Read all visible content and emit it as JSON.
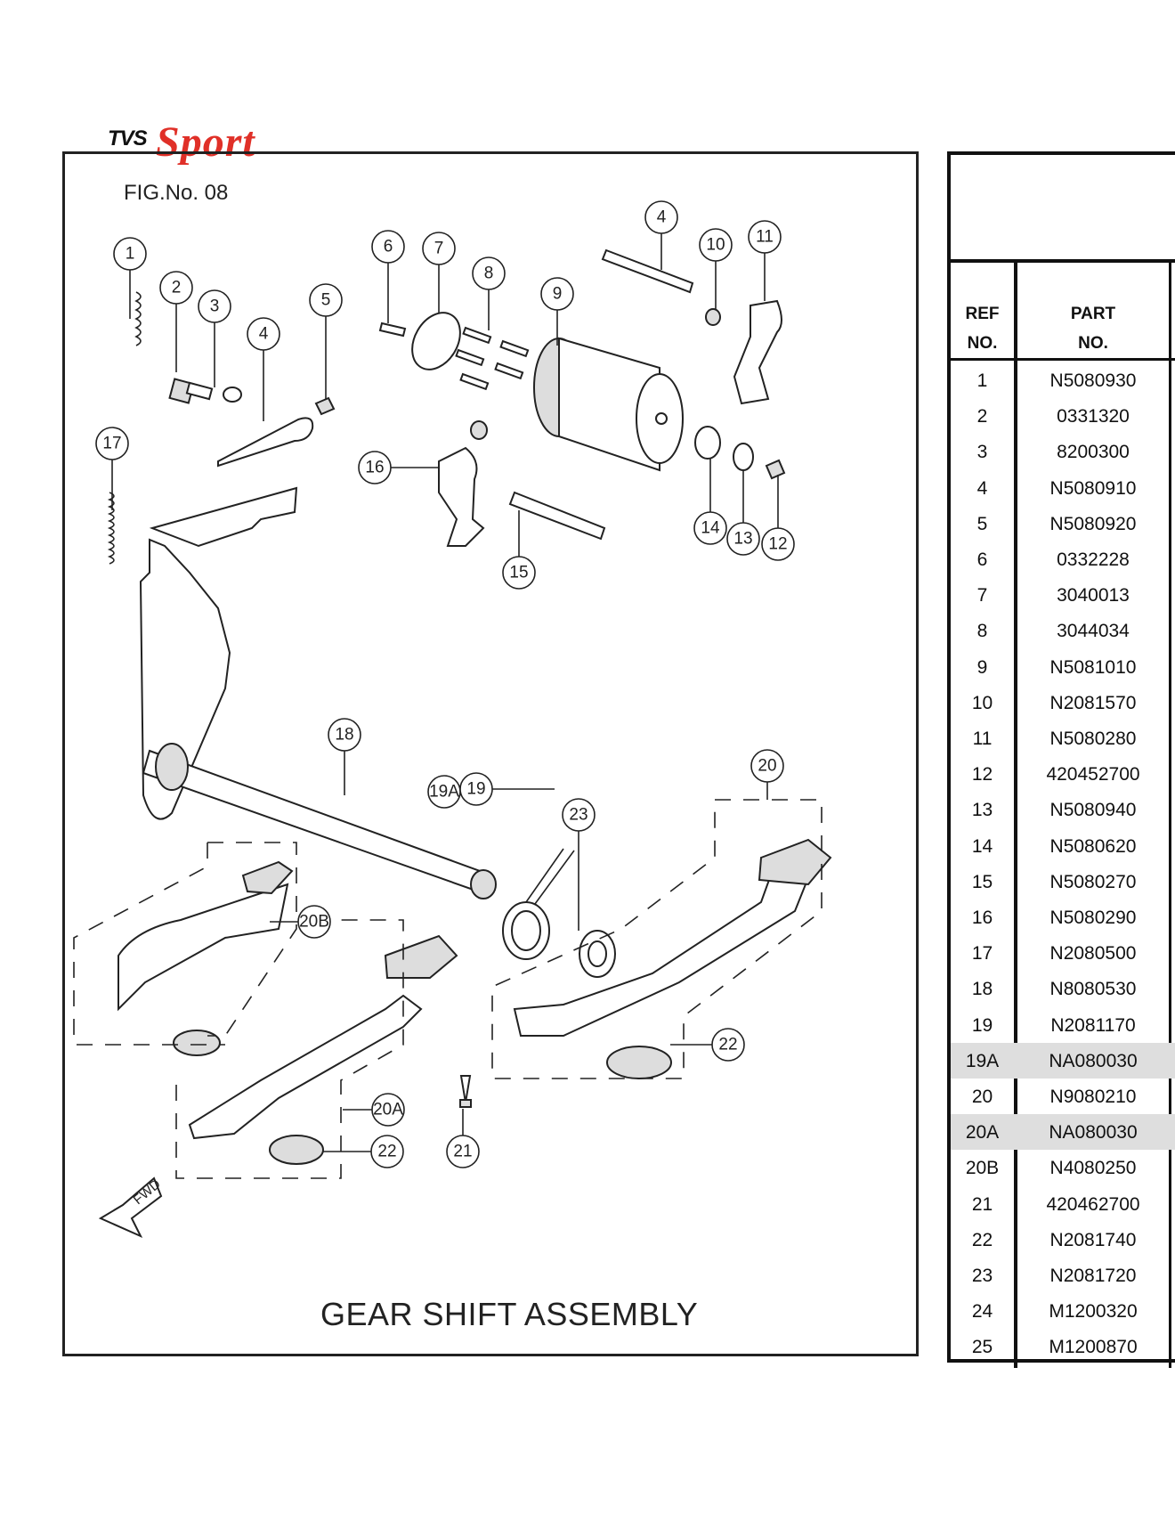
{
  "logo": {
    "brand": "TVS",
    "model": "Sport"
  },
  "figure": {
    "number_label": "FIG.No. 08",
    "title": "GEAR SHIFT ASSEMBLY",
    "fwd_label": "FWD"
  },
  "table": {
    "header_ref": [
      "REF",
      "NO."
    ],
    "header_part": [
      "PART",
      "NO."
    ],
    "rows": [
      {
        "ref": "1",
        "part": "N5080930",
        "shaded": false
      },
      {
        "ref": "2",
        "part": "0331320",
        "shaded": false
      },
      {
        "ref": "3",
        "part": "8200300",
        "shaded": false
      },
      {
        "ref": "4",
        "part": "N5080910",
        "shaded": false
      },
      {
        "ref": "5",
        "part": "N5080920",
        "shaded": false
      },
      {
        "ref": "6",
        "part": "0332228",
        "shaded": false
      },
      {
        "ref": "7",
        "part": "3040013",
        "shaded": false
      },
      {
        "ref": "8",
        "part": "3044034",
        "shaded": false
      },
      {
        "ref": "9",
        "part": "N5081010",
        "shaded": false
      },
      {
        "ref": "10",
        "part": "N2081570",
        "shaded": false
      },
      {
        "ref": "11",
        "part": "N5080280",
        "shaded": false
      },
      {
        "ref": "12",
        "part": "420452700",
        "shaded": false
      },
      {
        "ref": "13",
        "part": "N5080940",
        "shaded": false
      },
      {
        "ref": "14",
        "part": "N5080620",
        "shaded": false
      },
      {
        "ref": "15",
        "part": "N5080270",
        "shaded": false
      },
      {
        "ref": "16",
        "part": "N5080290",
        "shaded": false
      },
      {
        "ref": "17",
        "part": "N2080500",
        "shaded": false
      },
      {
        "ref": "18",
        "part": "N8080530",
        "shaded": false
      },
      {
        "ref": "19",
        "part": "N2081170",
        "shaded": false
      },
      {
        "ref": "19A",
        "part": "NA080030",
        "shaded": true
      },
      {
        "ref": "20",
        "part": "N9080210",
        "shaded": false
      },
      {
        "ref": "20A",
        "part": "NA080030",
        "shaded": true
      },
      {
        "ref": "20B",
        "part": "N4080250",
        "shaded": false
      },
      {
        "ref": "21",
        "part": "420462700",
        "shaded": false
      },
      {
        "ref": "22",
        "part": "N2081740",
        "shaded": false
      },
      {
        "ref": "23",
        "part": "N2081720",
        "shaded": false
      },
      {
        "ref": "24",
        "part": "M1200320",
        "shaded": false
      },
      {
        "ref": "25",
        "part": "M1200870",
        "shaded": false
      }
    ]
  },
  "callouts": [
    "1",
    "2",
    "3",
    "4",
    "4",
    "5",
    "6",
    "7",
    "8",
    "9",
    "10",
    "11",
    "12",
    "13",
    "14",
    "15",
    "16",
    "17",
    "18",
    "19A",
    "19",
    "20",
    "20A",
    "20B",
    "21",
    "22",
    "22",
    "23"
  ]
}
